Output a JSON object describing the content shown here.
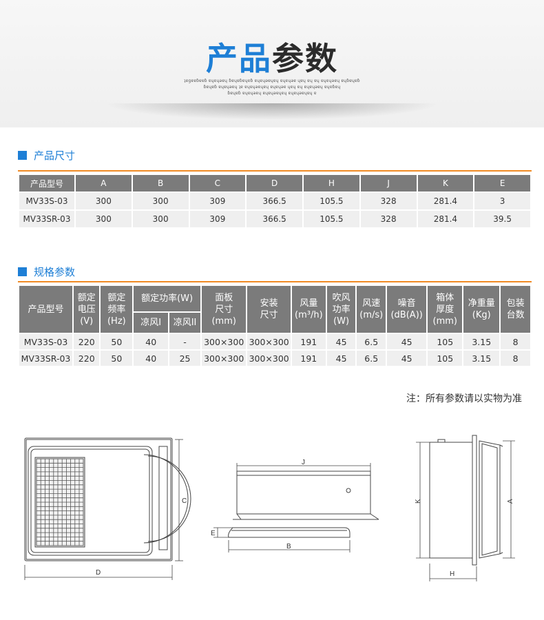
{
  "header": {
    "title_part1": "产品",
    "title_part2": "参数",
    "subtitle_line1": "ʇɐgɐɐɓɐɐɓ ɐɥɐɥǝɐɥ ɓɐɥɐɓɐɥɐɓ ɐɥɐɥǝɐɥɐɥ ɐɥɐɥǝɐ ɥɐɥ ɐɥ ɐɥ ɐɥɐɥǝɐɥ ɐɥɓɐɥɐɓ",
    "subtitle_line2": "ɓɐɥɐɓ ɐɥɐɥǝɐɥ ʇɐ ɐɥɐɥǝɐɥɐɥ ɐɥɐɥǝɐ ɥɐɥ ɐɥ ɐɥɐɥǝɐɥ ɐɥɐɓɐɥ",
    "subtitle_line3": "ɓɐɥɐɓ ɐɥɐɥǝɐɥ ɐɥɐɥǝɐɥɐɥ ɐɥɐɥǝɐɥɐɥ ɐ"
  },
  "dimensions_section": {
    "heading": "产品尺寸",
    "columns": [
      "产品型号",
      "A",
      "B",
      "C",
      "D",
      "H",
      "J",
      "K",
      "E"
    ],
    "rows": [
      [
        "MV33S-03",
        "300",
        "300",
        "309",
        "366.5",
        "105.5",
        "328",
        "281.4",
        "3"
      ],
      [
        "MV33SR-03",
        "300",
        "300",
        "309",
        "366.5",
        "105.5",
        "328",
        "281.4",
        "39.5"
      ]
    ]
  },
  "specs_section": {
    "heading": "规格参数",
    "headers": {
      "model": "产品型号",
      "voltage": [
        "额定",
        "电压",
        "(V)"
      ],
      "frequency": [
        "额定",
        "频率",
        "(Hz)"
      ],
      "power": "额定功率(W)",
      "power_sub": [
        "凉风I",
        "凉风II"
      ],
      "panel": [
        "面板",
        "尺寸",
        "(mm)"
      ],
      "install": [
        "安装",
        "尺寸"
      ],
      "airflow": [
        "风量",
        "(m³/h)"
      ],
      "blow_power": [
        "吹风",
        "功率",
        "(W)"
      ],
      "wind_speed": [
        "风速",
        "(m/s)"
      ],
      "noise": [
        "噪音",
        "(dB(A))"
      ],
      "box_depth": [
        "箱体",
        "厚度",
        "(mm)"
      ],
      "net_weight": [
        "净重量",
        "(Kg)"
      ],
      "packing": [
        "包装",
        "台数"
      ]
    },
    "rows": [
      [
        "MV33S-03",
        "220",
        "50",
        "40",
        "-",
        "300×300",
        "300×300",
        "191",
        "45",
        "6.5",
        "45",
        "105",
        "3.15",
        "8"
      ],
      [
        "MV33SR-03",
        "220",
        "50",
        "40",
        "25",
        "300×300",
        "300×300",
        "191",
        "45",
        "6.5",
        "45",
        "105",
        "3.15",
        "8"
      ]
    ]
  },
  "note": "注：所有参数请以实物为准",
  "diagram_labels": {
    "front": {
      "c": "C",
      "d": "D"
    },
    "side": {
      "j": "J",
      "e": "E",
      "b": "B"
    },
    "end": {
      "k": "K",
      "a": "A",
      "h": "H"
    }
  },
  "colors": {
    "accent_blue": "#1e7fd6",
    "header_gray": "#7b7b7b",
    "orange_rule": "#f08a24",
    "cell_bg": "#efefef"
  }
}
